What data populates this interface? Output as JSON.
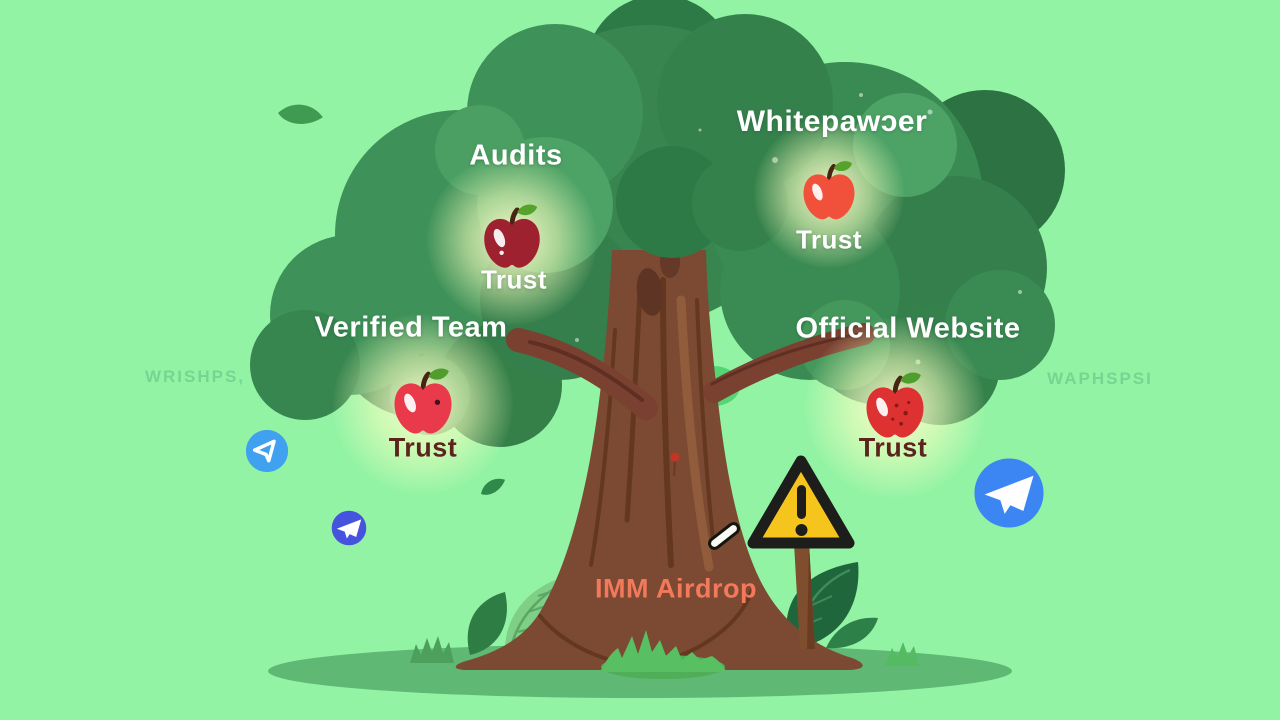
{
  "scene": {
    "background_color": "#93f3a5",
    "watermark_left": "WRISHPS,",
    "watermark_right": "WAPHSPSI"
  },
  "tree": {
    "trunk_label": "IMM Airdrop",
    "trunk_label_color": "#f2795c",
    "features": [
      {
        "label": "Audits",
        "trust_label": "Trust",
        "apple_color": "#9e2130",
        "trust_text_color": "#ffffff"
      },
      {
        "label": "Whitepawɔer",
        "trust_label": "Trust",
        "apple_color": "#f1513b",
        "trust_text_color": "#ffffff"
      },
      {
        "label": "Verified Team",
        "trust_label": "Trust",
        "apple_color": "#e93a4c",
        "trust_text_color": "#5b241c"
      },
      {
        "label": "Official Website",
        "trust_label": "Trust",
        "apple_color": "#de3131",
        "trust_text_color": "#5b241c"
      }
    ]
  },
  "icons": {
    "apple": "apple-icon",
    "warning": "warning-triangle-icon",
    "telegram_left_top": "telegram-paper-plane-icon",
    "telegram_left_bottom": "telegram-paper-plane-icon",
    "telegram_right": "telegram-paper-plane-icon"
  },
  "colors": {
    "label_text": "#ffffff",
    "trust_dark_text": "#5b241c",
    "crown_green": "#3a8a53",
    "trunk_brown": "#7c4a33",
    "ground_green": "#5fb873",
    "warning_yellow": "#f6c51d",
    "telegram_light_blue": "#3fa1ef",
    "telegram_indigo": "#4553dd",
    "telegram_blue": "#3b86f3",
    "glow_yellow": "#fffccd"
  }
}
